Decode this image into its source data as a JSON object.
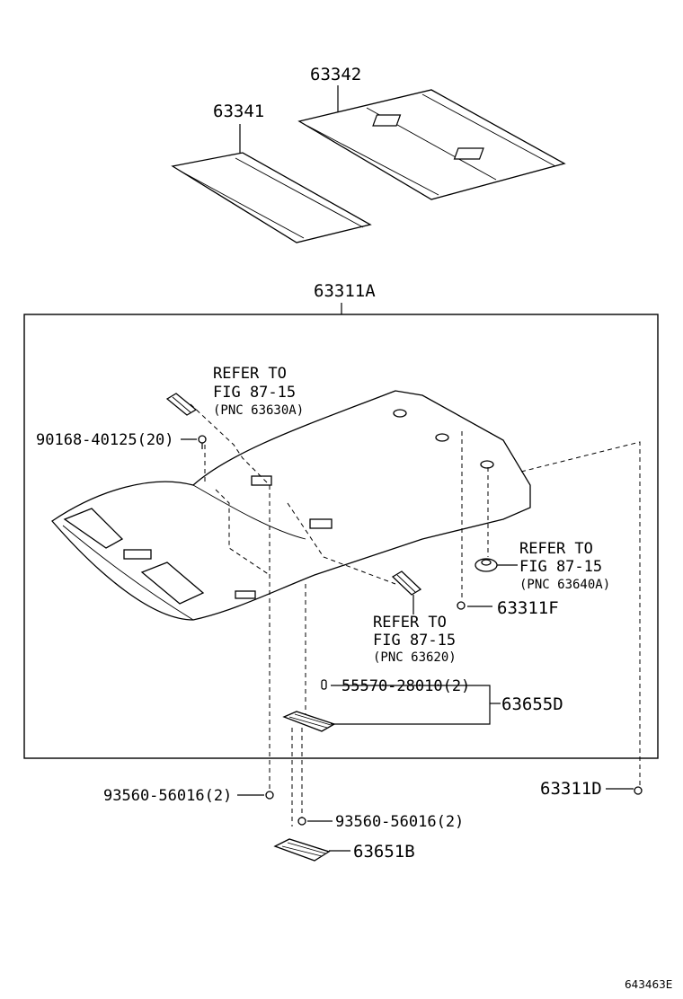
{
  "diagram": {
    "parts": {
      "p63342": "63342",
      "p63341": "63341",
      "p63311A": "63311A",
      "p90168": "90168-40125(20)",
      "p63311F": "63311F",
      "p55570": "55570-28010(2)",
      "p63655D": "63655D",
      "p93560a": "93560-56016(2)",
      "p93560b": "93560-56016(2)",
      "p63311D": "63311D",
      "p63651B": "63651B"
    },
    "refs": {
      "r1": {
        "line1": "REFER TO",
        "line2": "FIG 87-15",
        "line3": "(PNC 63630A)"
      },
      "r2": {
        "line1": "REFER TO",
        "line2": "FIG 87-15",
        "line3": "(PNC 63640A)"
      },
      "r3": {
        "line1": "REFER TO",
        "line2": "FIG 87-15",
        "line3": "(PNC 63620)"
      }
    },
    "figure_id": "643463E"
  }
}
